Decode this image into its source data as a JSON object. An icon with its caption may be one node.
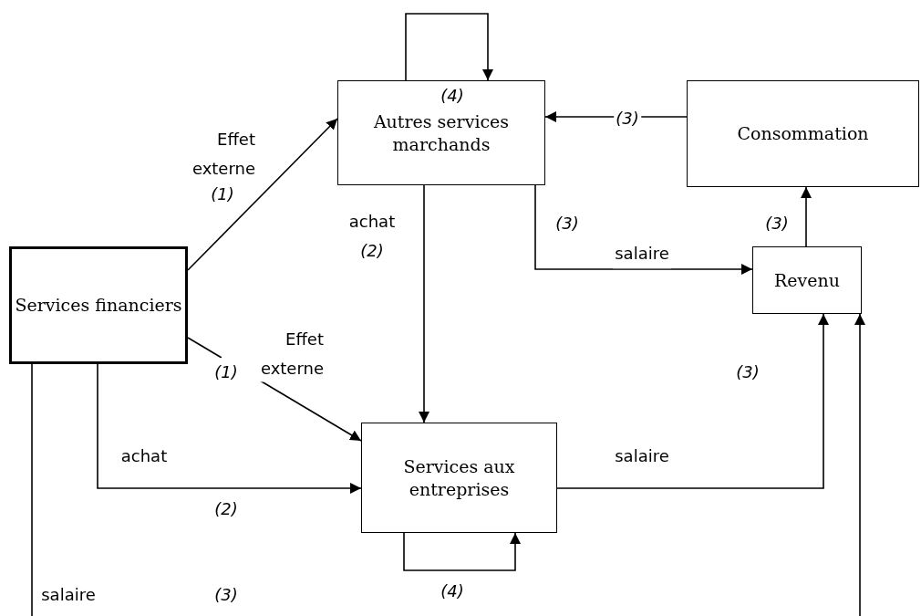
{
  "diagram": {
    "nodes": [
      {
        "text": [
          "Services financiers"
        ]
      },
      {
        "text": [
          "Autres services marchands"
        ]
      },
      {
        "text": [
          "Consommation"
        ]
      },
      {
        "text": [
          "Revenu"
        ]
      },
      {
        "text": [
          "Services aux entreprises"
        ]
      }
    ],
    "edges": [
      {
        "from": 0,
        "to": 1,
        "arrow": "to",
        "label": "Effet externe"
      },
      {
        "from": 0,
        "to": 4,
        "arrow": "to",
        "label": "Effet externe"
      },
      {
        "from": 0,
        "to": 4,
        "arrow": "to",
        "label": "achat"
      },
      {
        "from": 1,
        "to": 4,
        "arrow": "to",
        "label": "achat"
      },
      {
        "from": 1,
        "to": 3,
        "arrow": "to",
        "label": "salaire"
      },
      {
        "from": 2,
        "to": 1,
        "arrow": "to"
      },
      {
        "from": 3,
        "to": 2,
        "arrow": "to"
      },
      {
        "from": 4,
        "to": 3,
        "arrow": "to",
        "label": "salaire"
      },
      {
        "from": 1,
        "to": 1,
        "arrow": "to"
      },
      {
        "from": 4,
        "to": 4,
        "arrow": "to"
      },
      {
        "from": 0,
        "to": null,
        "arrow": "none",
        "label": "salaire"
      },
      {
        "from": null,
        "to": 3,
        "arrow": "to"
      }
    ],
    "labels": [
      "(4)",
      "(3)",
      "(1)",
      "(3)",
      "(3)",
      "(2)",
      "(1)",
      "(3)",
      "(2)",
      "(4)",
      "(3)"
    ]
  }
}
